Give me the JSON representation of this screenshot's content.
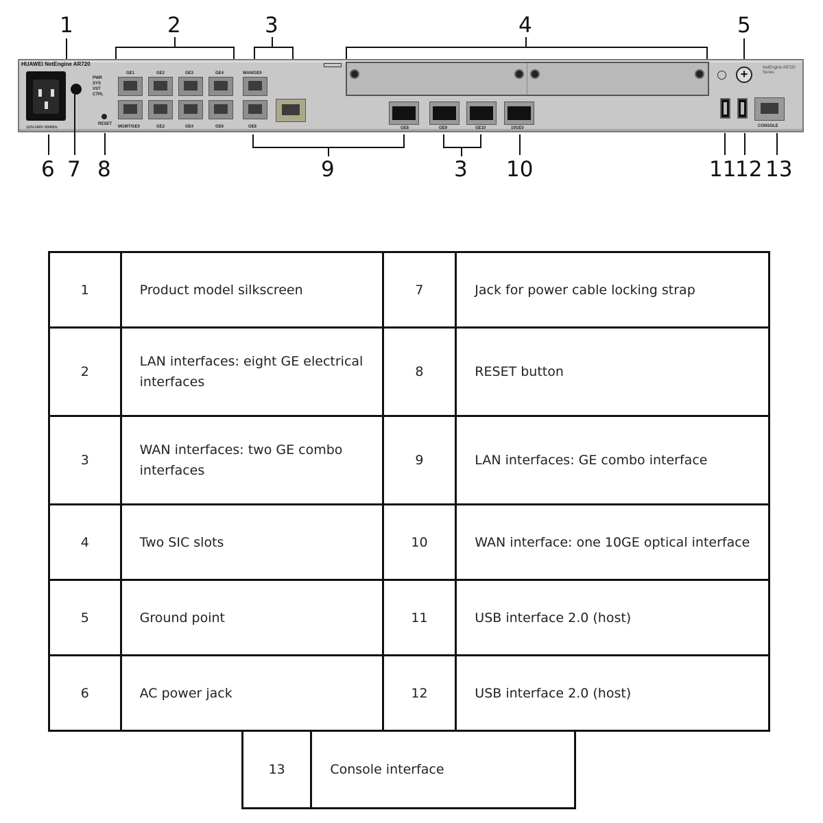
{
  "diagram": {
    "callouts_top": [
      "1",
      "2",
      "3",
      "4",
      "5"
    ],
    "callouts_bottom": [
      "6",
      "7",
      "8",
      "9",
      "3",
      "10",
      "11",
      "12",
      "13"
    ],
    "device": {
      "brand": "HUAWEI NetEngine AR720",
      "model_silk": "NetEngine AR720 Series",
      "reset_label": "RESET",
      "console_label": "CONSOLE",
      "led_labels": [
        "PWR",
        "SYS",
        "VST",
        "CTPL"
      ],
      "lan_port_labels_top": [
        "GE1",
        "GE2",
        "GE3",
        "GE4"
      ],
      "lan_port_labels_bottom": [
        "MGMT/GE0",
        "GE2",
        "GE4",
        "GE6"
      ],
      "wan_combo_top": "WAN/GE0",
      "combo_bottom": "GE8",
      "sfp_labels": [
        "GE8",
        "GE9",
        "GE10",
        "10GE0"
      ],
      "power_label": "110V-240V~50/60Hz"
    }
  },
  "legend": {
    "rows": [
      {
        "left_num": "1",
        "left_desc": "Product model silkscreen",
        "right_num": "7",
        "right_desc": "Jack for power cable locking strap"
      },
      {
        "left_num": "2",
        "left_desc": "LAN interfaces: eight GE electrical interfaces",
        "right_num": "8",
        "right_desc": "RESET button"
      },
      {
        "left_num": "3",
        "left_desc": "WAN interfaces: two GE combo interfaces",
        "right_num": "9",
        "right_desc": "LAN interfaces: GE combo interface"
      },
      {
        "left_num": "4",
        "left_desc": "Two SIC slots",
        "right_num": "10",
        "right_desc": "WAN interface: one 10GE optical interface"
      },
      {
        "left_num": "5",
        "left_desc": "Ground point",
        "right_num": "11",
        "right_desc": "USB interface 2.0 (host)"
      },
      {
        "left_num": "6",
        "left_desc": "AC power jack",
        "right_num": "12",
        "right_desc": "USB interface 2.0 (host)"
      }
    ],
    "last_row": {
      "num": "13",
      "desc": "Console interface"
    }
  }
}
